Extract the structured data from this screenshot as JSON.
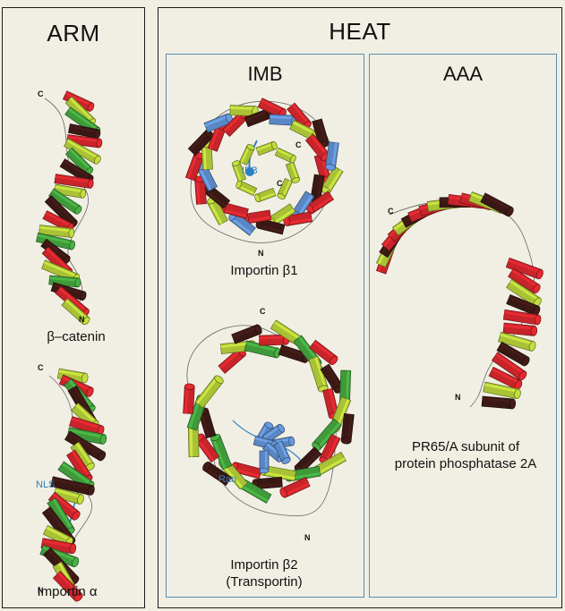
{
  "panels": {
    "arm": {
      "title": "ARM",
      "beta_catenin": {
        "caption": "β–catenin",
        "c_label": "C",
        "n_label": "N"
      },
      "importin_alpha": {
        "caption": "Importin α",
        "c_label": "C",
        "n_label": "N",
        "nls_label": "NLS"
      }
    },
    "heat": {
      "title": "HEAT",
      "imb": {
        "title": "IMB",
        "importin_b1": {
          "caption": "Importin β1",
          "c_label": "C",
          "c_label2": "C",
          "n_label": "N",
          "ibb_label": "IBB"
        },
        "importin_b2": {
          "caption_line1": "Importin β2",
          "caption_line2": "(Transportin)",
          "c_label": "C",
          "n_label": "N",
          "ran_label": "Ran"
        }
      },
      "aaa": {
        "title": "AAA",
        "pr65": {
          "caption_line1": "PR65/A subunit of",
          "caption_line2": "protein phosphatase 2A",
          "c_label": "C",
          "n_label": "N"
        }
      }
    }
  },
  "colors": {
    "helix_red": "#c8242a",
    "helix_yellow_green": "#a9c235",
    "helix_green": "#3f9a3a",
    "helix_dark": "#3a1814",
    "helix_blue": "#5a86c4",
    "loop_gray": "#666666",
    "ibb_blue": "#2f7fc4"
  }
}
